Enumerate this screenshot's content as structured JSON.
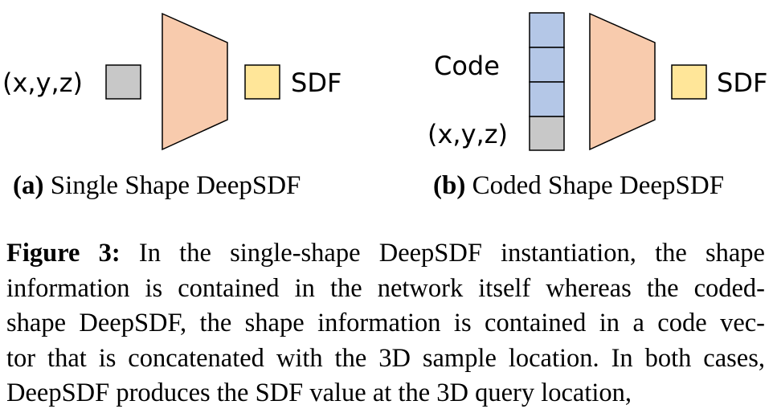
{
  "diagram_a": {
    "input_label": "(x,y,z)",
    "output_label": "SDF",
    "subcaption_tag": "(a)",
    "subcaption_text": " Single Shape DeepSDF"
  },
  "diagram_b": {
    "code_label": "Code",
    "input_label": "(x,y,z)",
    "output_label": "SDF",
    "subcaption_tag": "(b)",
    "subcaption_text": " Coded Shape DeepSDF"
  },
  "colors": {
    "input_box": "#c8c8c8",
    "code_cells": "#b4c7e7",
    "network": "#f8cbad",
    "output_box": "#ffe699",
    "stroke": "#000000"
  },
  "caption": {
    "label": "Figure 3:",
    "lines": [
      " In the single-shape DeepSDF instantiation, the shape",
      "information is contained in the network itself whereas the coded-",
      "shape DeepSDF, the shape information is contained in a code vec-",
      "tor that is concatenated with the 3D sample location. In both cases,",
      "DeepSDF produces the SDF value at the 3D query location,"
    ]
  }
}
